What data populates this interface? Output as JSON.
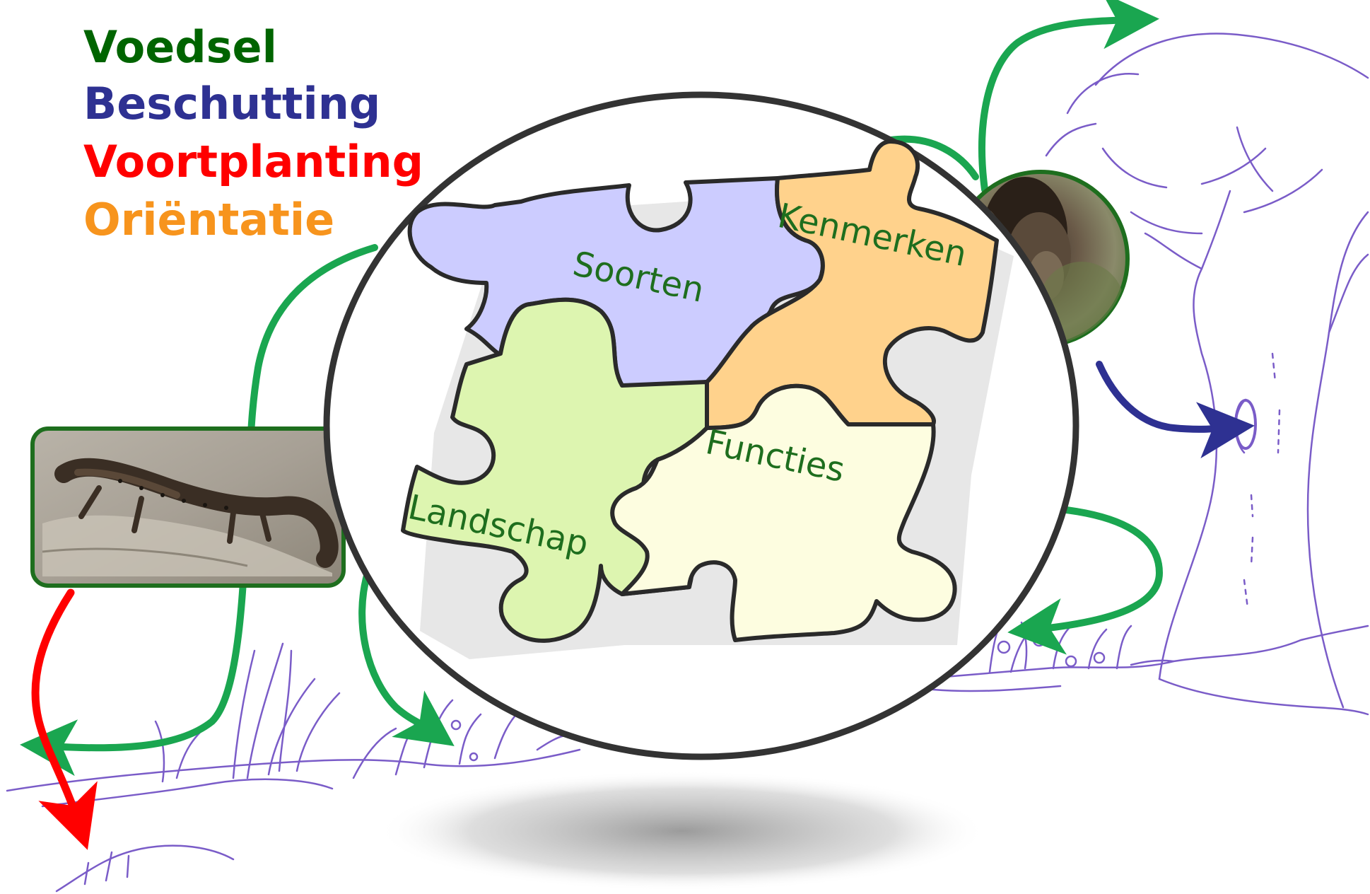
{
  "legend": {
    "food": {
      "label": "Voedsel",
      "color": "#006400"
    },
    "shelter": {
      "label": "Beschutting",
      "color": "#2e3192"
    },
    "reproduction": {
      "label": "Voortplanting",
      "color": "#ff0000"
    },
    "orientation": {
      "label": "Oriëntatie",
      "color": "#f7941d"
    }
  },
  "puzzle": {
    "pieces": [
      {
        "label": "Soorten",
        "color": "#ccccff"
      },
      {
        "label": "Kenmerken",
        "color": "#ffd28c"
      },
      {
        "label": "Landschap",
        "color": "#ddf5b0"
      },
      {
        "label": "Functies",
        "color": "#fdfde0"
      }
    ],
    "label_color": "#1e6e1e"
  },
  "arrow_colors": {
    "food": "#1aa650",
    "shelter": "#2e3192",
    "reproduction": "#ff0000"
  },
  "sketch_color": "#7a5cc8",
  "icons": [
    "newt-photo",
    "bat-photo",
    "tree-sketch",
    "plants-sketch"
  ]
}
